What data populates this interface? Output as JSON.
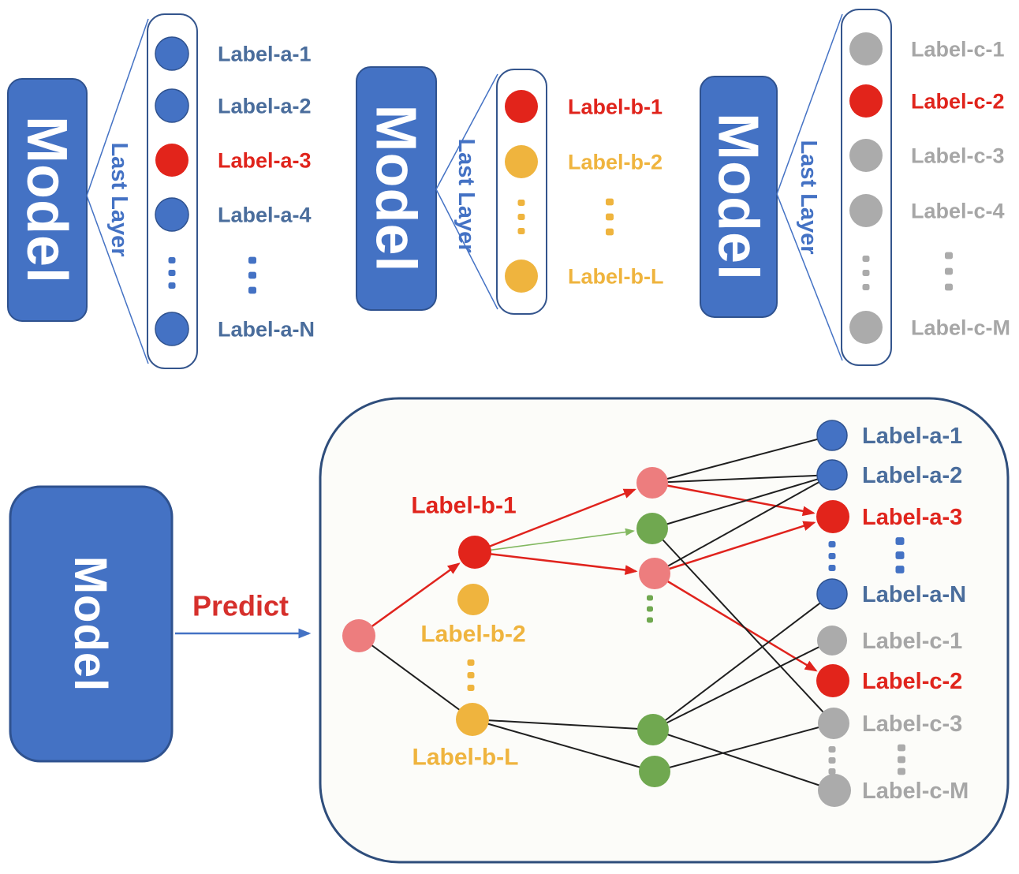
{
  "palette": {
    "node_blue": "#4472c4",
    "node_blue_rim": "#2f528f",
    "node_red": "#e2241b",
    "node_salmon": "#ed7d7e",
    "node_yellow": "#efb43e",
    "node_green": "#70a850",
    "node_gray": "#ababab",
    "text_blue": "#4a6d9c",
    "text_red": "#e0241c",
    "text_yellow": "#efb43e",
    "text_gray": "#a6a6a6",
    "accent_blue": "#4472c4",
    "box_border": "#2e4d7b",
    "model_fill": "#4472c4",
    "model_border": "#2f528f",
    "edge_black": "#1f1f1f",
    "edge_green": "#82b860",
    "edge_red": "#e0231d",
    "predict_red": "#d6302c"
  },
  "top_panels": [
    {
      "model_label": "Model",
      "connector_label": "Last Layer",
      "items": [
        {
          "kind": "node",
          "color": "blue",
          "label": "Label-a-1",
          "label_color": "text_blue"
        },
        {
          "kind": "node",
          "color": "blue",
          "label": "Label-a-2",
          "label_color": "text_blue"
        },
        {
          "kind": "node",
          "color": "red",
          "label": "Label-a-3",
          "label_color": "text_red"
        },
        {
          "kind": "node",
          "color": "blue",
          "label": "Label-a-4",
          "label_color": "text_blue"
        },
        {
          "kind": "dots",
          "color": "blue"
        },
        {
          "kind": "node",
          "color": "blue",
          "label": "Label-a-N",
          "label_color": "text_blue"
        }
      ]
    },
    {
      "model_label": "Model",
      "connector_label": "Last Layer",
      "items": [
        {
          "kind": "node",
          "color": "red",
          "label": "Label-b-1",
          "label_color": "text_red"
        },
        {
          "kind": "node",
          "color": "yellow",
          "label": "Label-b-2",
          "label_color": "text_yellow"
        },
        {
          "kind": "dots",
          "color": "yellow"
        },
        {
          "kind": "node",
          "color": "yellow",
          "label": "Label-b-L",
          "label_color": "text_yellow"
        }
      ]
    },
    {
      "model_label": "Model",
      "connector_label": "Last Layer",
      "items": [
        {
          "kind": "node",
          "color": "gray",
          "label": "Label-c-1",
          "label_color": "text_gray"
        },
        {
          "kind": "node",
          "color": "red",
          "label": "Label-c-2",
          "label_color": "text_red"
        },
        {
          "kind": "node",
          "color": "gray",
          "label": "Label-c-3",
          "label_color": "text_gray"
        },
        {
          "kind": "node",
          "color": "gray",
          "label": "Label-c-4",
          "label_color": "text_gray"
        },
        {
          "kind": "dots",
          "color": "gray"
        },
        {
          "kind": "node",
          "color": "gray",
          "label": "Label-c-M",
          "label_color": "text_gray"
        }
      ]
    }
  ],
  "bottom": {
    "model_label": "Model",
    "predict_label": "Predict",
    "graph": {
      "nodes": [
        {
          "id": "root",
          "color": "salmon"
        },
        {
          "id": "b1",
          "color": "red"
        },
        {
          "id": "b2",
          "color": "yellow"
        },
        {
          "id": "bL",
          "color": "yellow"
        },
        {
          "id": "p1",
          "color": "salmon"
        },
        {
          "id": "g1",
          "color": "green"
        },
        {
          "id": "p2",
          "color": "salmon"
        },
        {
          "id": "g2",
          "color": "green"
        },
        {
          "id": "g3",
          "color": "green"
        },
        {
          "id": "a1",
          "color": "blue"
        },
        {
          "id": "a2",
          "color": "blue"
        },
        {
          "id": "a3",
          "color": "red"
        },
        {
          "id": "aN",
          "color": "blue"
        },
        {
          "id": "c1",
          "color": "gray"
        },
        {
          "id": "c2",
          "color": "red"
        },
        {
          "id": "c3",
          "color": "gray"
        },
        {
          "id": "cM",
          "color": "gray"
        }
      ],
      "dots": [
        {
          "id": "bdots",
          "color": "yellow"
        },
        {
          "id": "gdots",
          "color": "green"
        },
        {
          "id": "andots",
          "color": "blue"
        },
        {
          "id": "atdots",
          "color": "blue"
        },
        {
          "id": "cndots",
          "color": "gray"
        },
        {
          "id": "ctdots",
          "color": "gray"
        }
      ],
      "edges": [
        {
          "from": "root",
          "to": "b1",
          "color": "red",
          "arrow": true
        },
        {
          "from": "b1",
          "to": "p1",
          "color": "red",
          "arrow": true
        },
        {
          "from": "b1",
          "to": "p2",
          "color": "red",
          "arrow": true
        },
        {
          "from": "b1",
          "to": "g1",
          "color": "green",
          "arrow": true
        },
        {
          "from": "p1",
          "to": "a3",
          "color": "red",
          "arrow": true
        },
        {
          "from": "p2",
          "to": "a3",
          "color": "red",
          "arrow": true
        },
        {
          "from": "p2",
          "to": "c2",
          "color": "red",
          "arrow": true
        },
        {
          "from": "root",
          "to": "bL",
          "color": "black",
          "arrow": false
        },
        {
          "from": "bL",
          "to": "g2",
          "color": "black",
          "arrow": false
        },
        {
          "from": "bL",
          "to": "g3",
          "color": "black",
          "arrow": false
        },
        {
          "from": "p1",
          "to": "a1",
          "color": "black",
          "arrow": false
        },
        {
          "from": "p1",
          "to": "a2",
          "color": "black",
          "arrow": false
        },
        {
          "from": "g1",
          "to": "a2",
          "color": "black",
          "arrow": false
        },
        {
          "from": "p2",
          "to": "a2",
          "color": "black",
          "arrow": false
        },
        {
          "from": "g1",
          "to": "c3",
          "color": "black",
          "arrow": false
        },
        {
          "from": "g2",
          "to": "aN",
          "color": "black",
          "arrow": false
        },
        {
          "from": "g2",
          "to": "c1",
          "color": "black",
          "arrow": false
        },
        {
          "from": "g2",
          "to": "cM",
          "color": "black",
          "arrow": false
        },
        {
          "from": "g3",
          "to": "c3",
          "color": "black",
          "arrow": false
        }
      ],
      "node_labels": [
        {
          "id": "lb1",
          "text": "Label-b-1",
          "color": "text_red"
        },
        {
          "id": "lb2",
          "text": "Label-b-2",
          "color": "text_yellow"
        },
        {
          "id": "lbL",
          "text": "Label-b-L",
          "color": "text_yellow"
        }
      ],
      "leaf_labels": [
        {
          "id": "a1",
          "text": "Label-a-1",
          "color": "text_blue"
        },
        {
          "id": "a2",
          "text": "Label-a-2",
          "color": "text_blue"
        },
        {
          "id": "a3",
          "text": "Label-a-3",
          "color": "text_red"
        },
        {
          "id": "aN",
          "text": "Label-a-N",
          "color": "text_blue"
        },
        {
          "id": "c1",
          "text": "Label-c-1",
          "color": "text_gray"
        },
        {
          "id": "c2",
          "text": "Label-c-2",
          "color": "text_red"
        },
        {
          "id": "c3",
          "text": "Label-c-3",
          "color": "text_gray"
        },
        {
          "id": "cM",
          "text": "Label-c-M",
          "color": "text_gray"
        }
      ]
    }
  }
}
